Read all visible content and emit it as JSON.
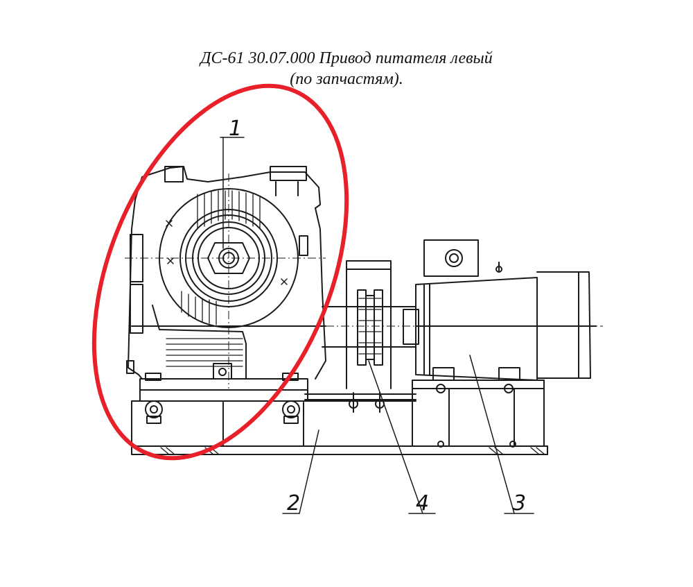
{
  "title": {
    "line1": "ДС-61 30.07.000 Привод питателя левый",
    "line2": "(по запчастям)."
  },
  "callouts": {
    "item1": "1",
    "item2": "2",
    "item3": "3",
    "item4": "4"
  },
  "parts": {
    "gear_reducer": "gear-reducer",
    "base_frame": "base-frame",
    "electric_motor": "electric-motor",
    "coupling": "coupling"
  },
  "highlight": {
    "color": "#e8202a",
    "shape": "ellipse",
    "target": "item1"
  },
  "colors": {
    "line": "#1a1a1a",
    "background": "#ffffff"
  }
}
